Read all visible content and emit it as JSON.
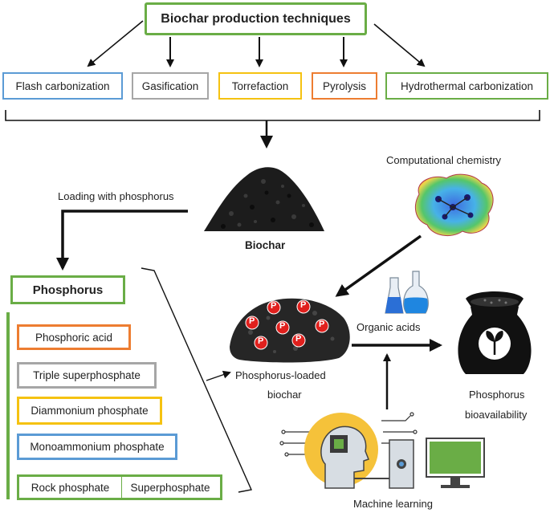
{
  "title": "Biochar production techniques",
  "techniques": [
    "Flash carbonization",
    "Gasification",
    "Torrefaction",
    "Pyrolysis",
    "Hydrothermal carbonization"
  ],
  "loading_label": "Loading with phosphorus",
  "biochar_label": "Biochar",
  "computational_label": "Computational chemistry",
  "phosphorus_title": "Phosphorus",
  "phosphorus_sources": [
    "Phosphoric acid",
    "Triple superphosphate",
    "Diammonium phosphate",
    "Monoammonium phosphate",
    "Rock phosphate",
    "Superphosphate"
  ],
  "loaded_label_line1": "Phosphorus-loaded",
  "loaded_label_line2": "biochar",
  "p_marker": "P",
  "organic_label": "Organic acids",
  "bioavail_line1": "Phosphorus",
  "bioavail_line2": "bioavailability",
  "ml_label": "Machine learning",
  "colors": {
    "green": "#6aad46",
    "blue": "#5b9bd5",
    "gray": "#a6a6a6",
    "yellow": "#f5c211",
    "orange": "#ed7d31",
    "red": "#e0201d",
    "dark": "#1a1a1a"
  }
}
